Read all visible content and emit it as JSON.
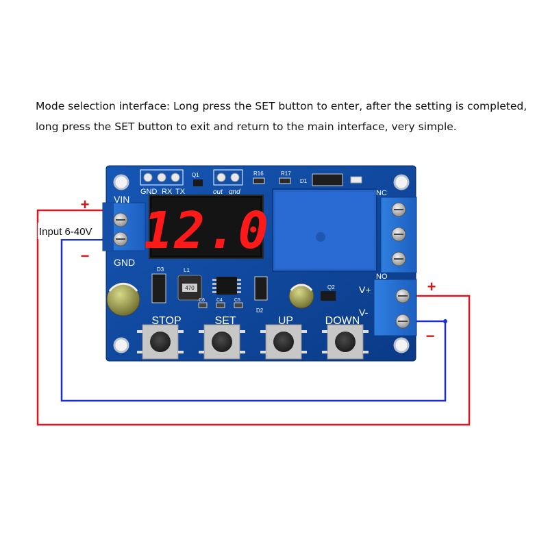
{
  "caption": {
    "line1": "Mode selection interface: Long press the SET button to enter, after the setting is completed,",
    "line2": "long press the SET button to exit and return to the main interface, very simple."
  },
  "display": {
    "readout": "12.0",
    "color": "#ff1a1a"
  },
  "board": {
    "color": "#0b3f8f",
    "header_labels": [
      "GND",
      "RX",
      "TX"
    ],
    "q1": "Q1",
    "out_label": "out",
    "gnd_label": "gnd",
    "r16": "R16",
    "r17": "R17",
    "d1": "D1",
    "d2": "D2",
    "d3": "D3",
    "l1": "L1",
    "c6": "C6",
    "c4": "C4",
    "c5": "C5",
    "q2": "Q2",
    "vin": "VIN",
    "gnd": "GND",
    "nc": "NC",
    "no": "NO",
    "vplus": "V+",
    "vminus": "V-",
    "inductor_code": "470"
  },
  "buttons": [
    "STOP",
    "SET",
    "UP",
    "DOWN"
  ],
  "wiring": {
    "input_label": "Input 6-40V",
    "plus": "+",
    "minus": "−",
    "positive_color": "#e0141e",
    "negative_color": "#1a2fd6"
  }
}
